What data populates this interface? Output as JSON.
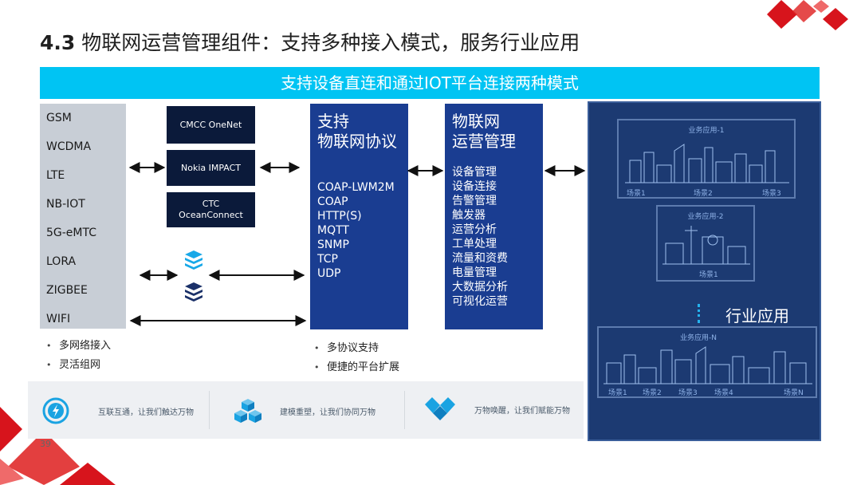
{
  "slide": {
    "title_num": "4.3",
    "title_text": "物联网运营管理组件：支持多种接入模式，服务行业应用",
    "banner": "支持设备直连和通过IOT平台连接两种模式",
    "page_number": "39"
  },
  "networks": [
    "GSM",
    "WCDMA",
    "LTE",
    "NB-IOT",
    "5G-eMTC",
    "LORA",
    "ZIGBEE",
    "WIFI"
  ],
  "platforms": [
    {
      "line1": "CMCC OneNet",
      "line2": ""
    },
    {
      "line1": "Nokia IMPACT",
      "line2": ""
    },
    {
      "line1": "CTC",
      "line2": "OceanConnect"
    }
  ],
  "protocols": {
    "head1": "支持",
    "head2": "物联网协议",
    "items": [
      "COAP-LWM2M",
      "COAP",
      "HTTP(S)",
      "MQTT",
      "SNMP",
      "TCP",
      "UDP"
    ]
  },
  "management": {
    "head1": "物联网",
    "head2": "运营管理",
    "items": [
      "设备管理",
      "设备连接",
      "告警管理",
      "触发器",
      "运营分析",
      "工单处理",
      "流量和资费",
      "电量管理",
      "大数据分析",
      "可视化运营"
    ]
  },
  "left_bullets": [
    "多网络接入",
    "灵活组网"
  ],
  "mid_bullets": [
    "多协议支持",
    "便捷的平台扩展"
  ],
  "strip": [
    {
      "icon": "connect-icon",
      "text": "互联互通，让我们触达万物"
    },
    {
      "icon": "cubes-icon",
      "text": "建模重塑，让我们协同万物"
    },
    {
      "icon": "diamond-icon",
      "text": "万物唤醒，让我们赋能万物"
    }
  ],
  "industry": {
    "label": "行业应用",
    "scene1": {
      "title": "业务应用-1",
      "tags": [
        "场景1",
        "场景2",
        "场景3"
      ]
    },
    "scene2": {
      "title": "业务应用-2",
      "tags": [
        "场景1"
      ]
    },
    "sceneN": {
      "title": "业务应用-N",
      "tags": [
        "场景1",
        "场景2",
        "场景3",
        "场景4",
        "场景N"
      ]
    }
  },
  "colors": {
    "banner": "#00c4f3",
    "blue_box": "#1a3d91",
    "platform_box": "#0b1a3a",
    "accent_red": "#d0141c"
  }
}
